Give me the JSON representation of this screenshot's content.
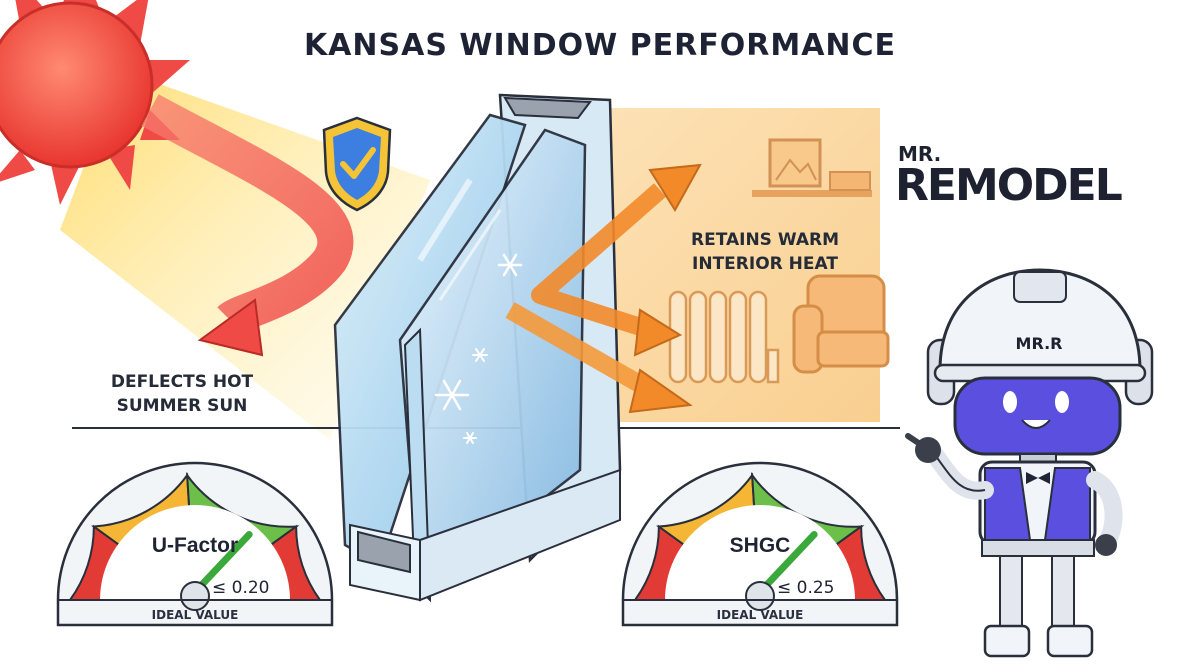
{
  "title": "KANSAS WINDOW PERFORMANCE",
  "captions": {
    "summer_line1": "DEFLECTS HOT",
    "summer_line2": "SUMMER SUN",
    "winter_line1": "RETAINS WARM",
    "winter_line2": "INTERIOR HEAT"
  },
  "brand": {
    "prefix": "MR.",
    "name": "REMODEL",
    "mascot_cap": "MR.R"
  },
  "gauges": [
    {
      "label": "U-Factor",
      "value": "≤ 0.20",
      "footer": "IDEAL VALUE",
      "level": 0.72
    },
    {
      "label": "SHGC",
      "value": "≤ 0.25",
      "footer": "IDEAL VALUE",
      "level": 0.72
    }
  ],
  "colors": {
    "ink": "#1d2234",
    "sun_red": "#ef4a45",
    "sun_yellow": "#ffd75a",
    "heat_orange": "#f59a3a",
    "room_bg": "#fbd9a6",
    "glass": "#bfe0f5",
    "gauge_red": "#e23b35",
    "gauge_yellow": "#f4b634",
    "gauge_green": "#6cc04a",
    "robot_purple": "#5b4fe0"
  },
  "icons": [
    "sun-icon",
    "shield-check-icon",
    "snowflake-icon",
    "radiator-icon",
    "armchair-icon",
    "picture-frame-icon",
    "robot-mascot"
  ]
}
